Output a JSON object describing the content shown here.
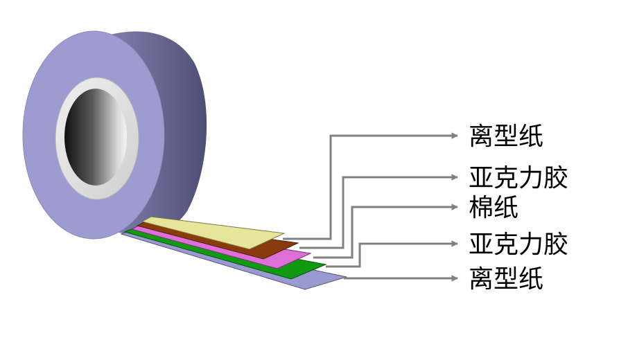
{
  "diagram": {
    "layers": [
      {
        "label": "离型纸",
        "color": "#E6E69A"
      },
      {
        "label": "亚克力胶",
        "color": "#8A3B0E"
      },
      {
        "label": "棉纸",
        "color": "#DE6FD8"
      },
      {
        "label": "亚克力胶",
        "color": "#109A12"
      },
      {
        "label": "离型纸",
        "color": "#9A9AD2"
      }
    ],
    "roll_color": "#9C9CD0",
    "leader_color": "#808080"
  }
}
